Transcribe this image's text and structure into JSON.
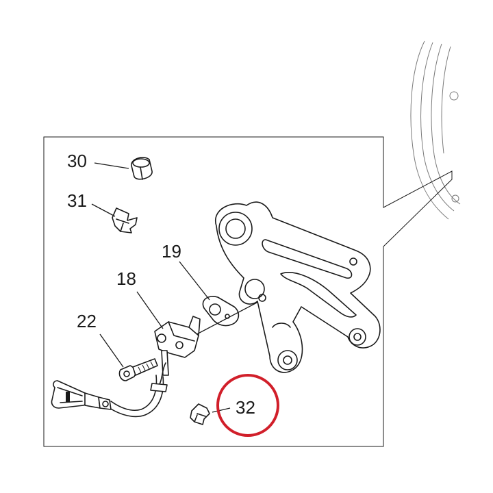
{
  "parts": [
    {
      "id": "part-30",
      "label": "30"
    },
    {
      "id": "part-31",
      "label": "31"
    },
    {
      "id": "part-19",
      "label": "19"
    },
    {
      "id": "part-18",
      "label": "18"
    },
    {
      "id": "part-22",
      "label": "22"
    },
    {
      "id": "part-32",
      "label": "32"
    }
  ],
  "highlight": {
    "part": "32",
    "color": "#d11f2a"
  },
  "colors": {
    "ink": "#1a1a1a",
    "background": "#ffffff"
  }
}
